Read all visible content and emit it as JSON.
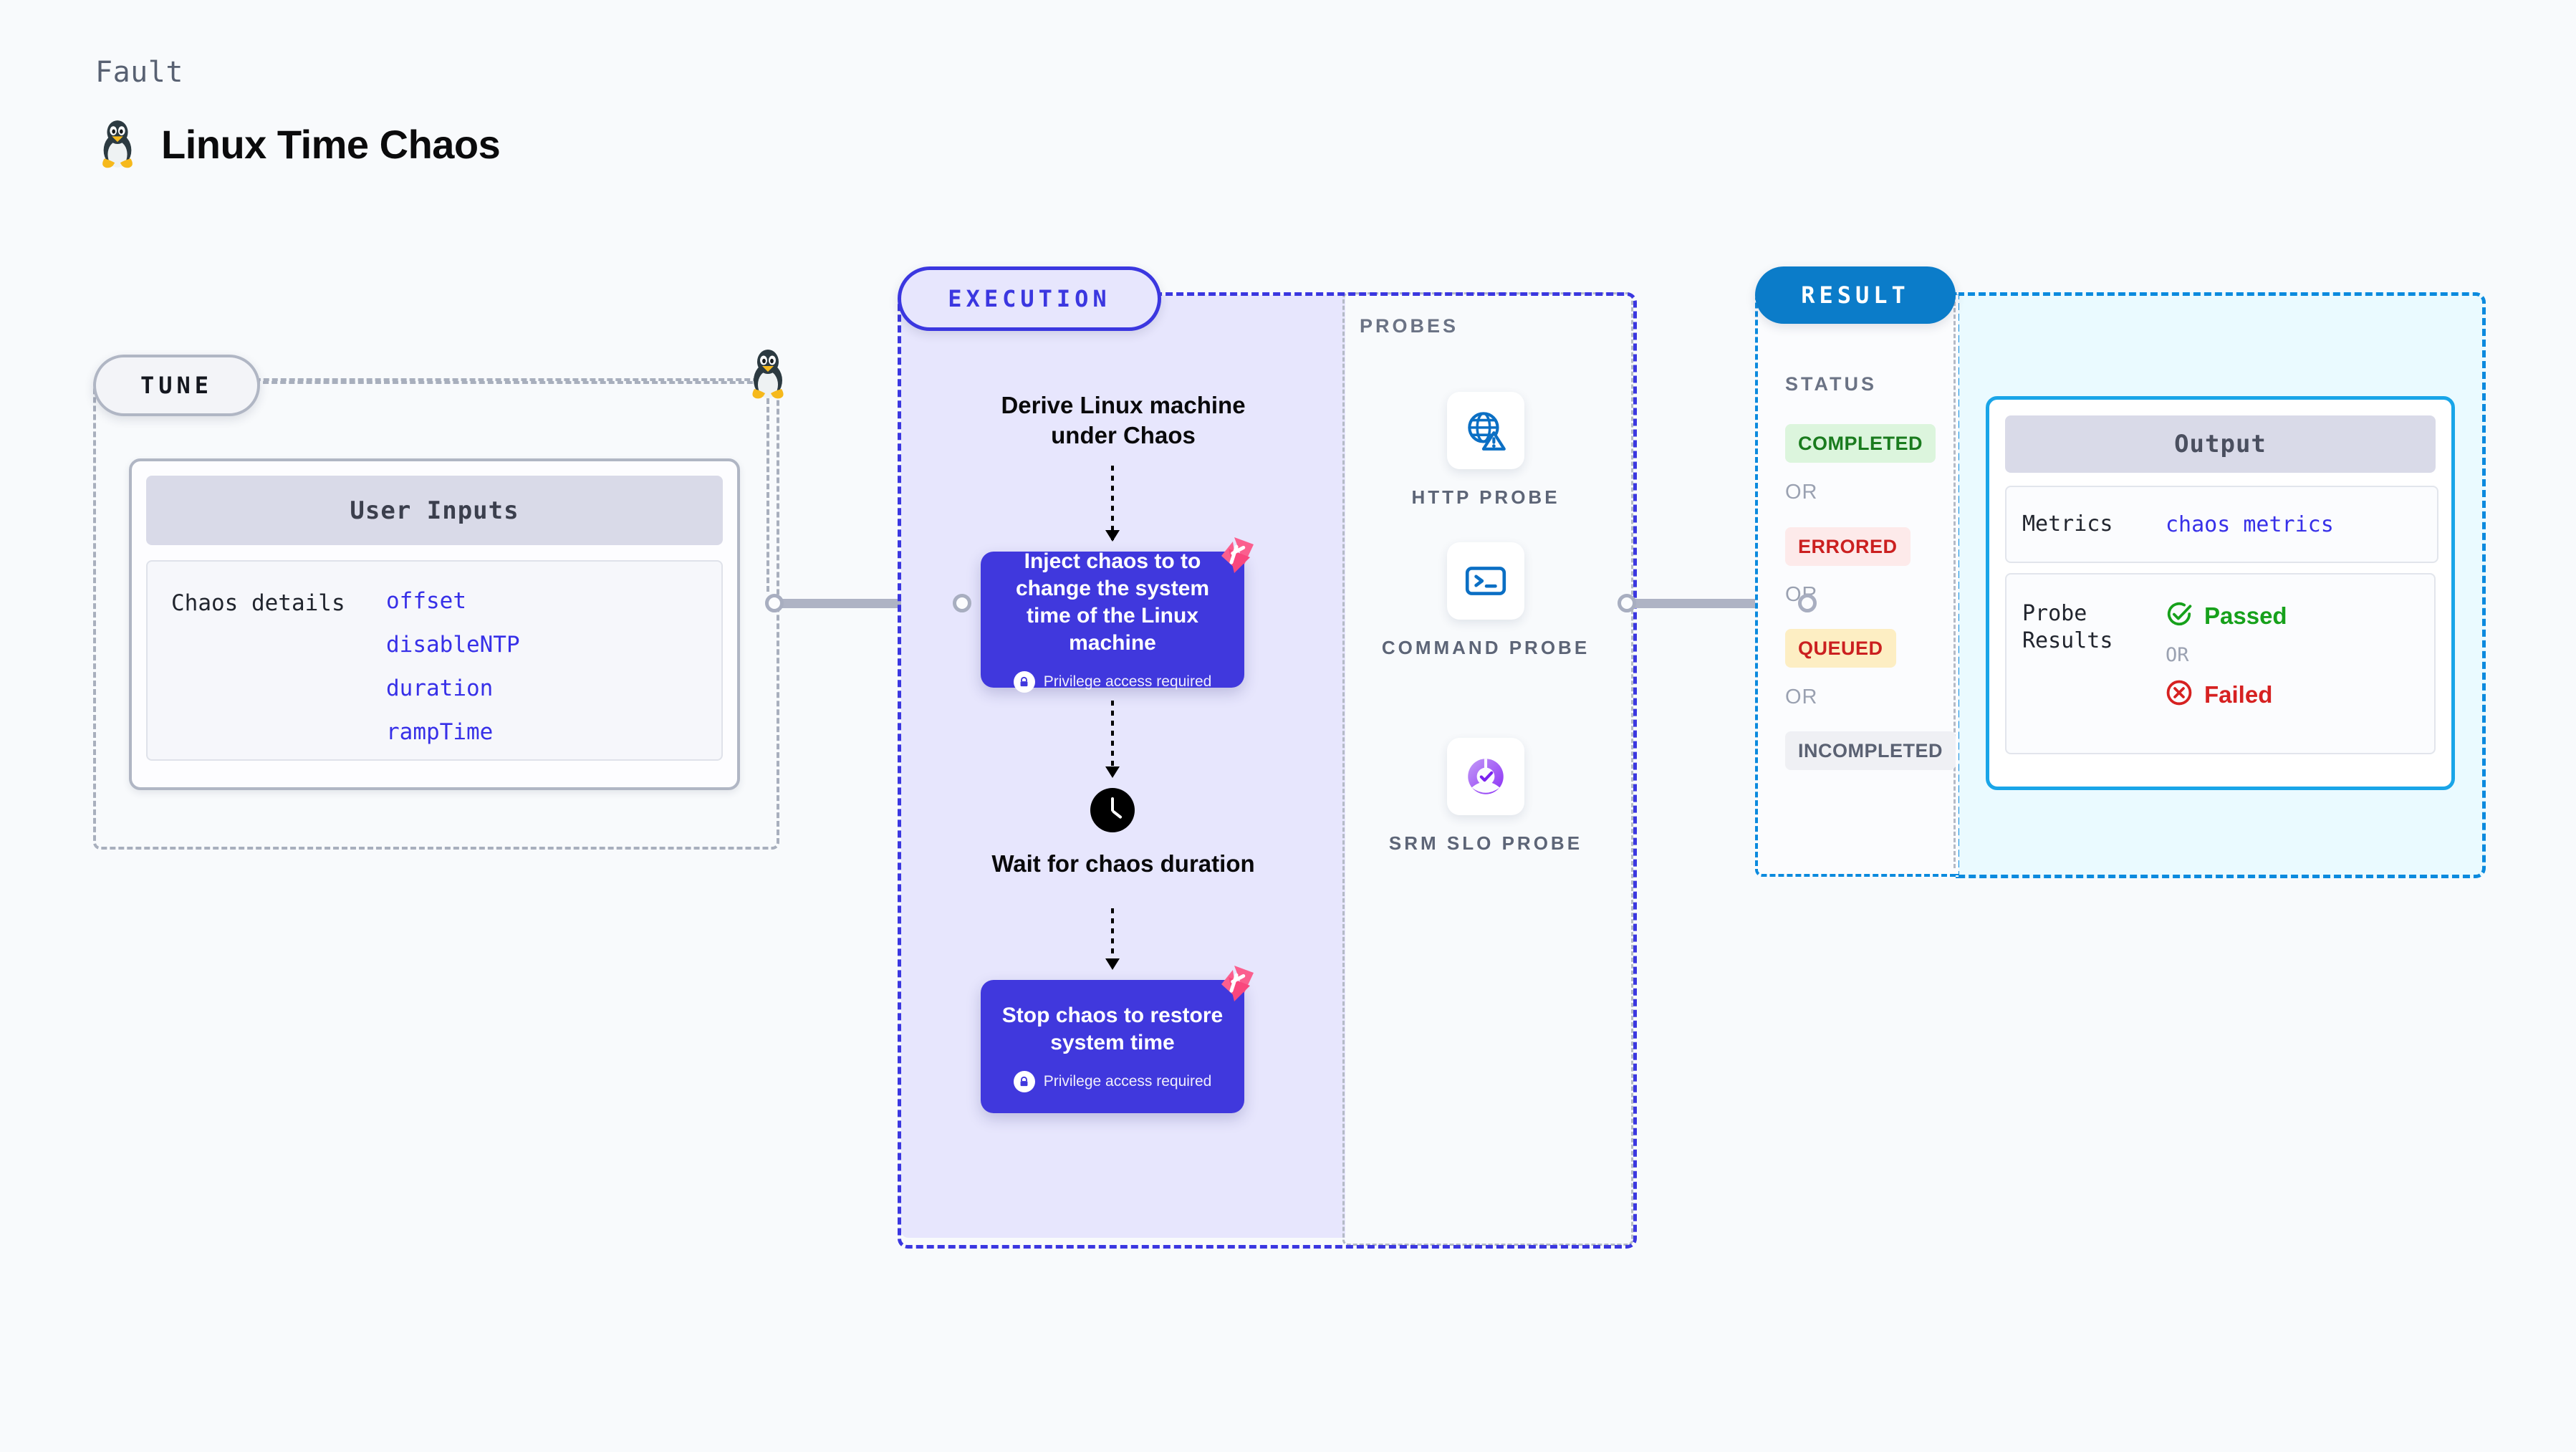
{
  "header": {
    "kicker": "Fault",
    "title": "Linux Time Chaos",
    "icon": "linux-tux-icon"
  },
  "tune": {
    "pill_label": "TUNE",
    "card": {
      "header": "User Inputs",
      "key": "Chaos details",
      "values": [
        "offset",
        "disableNTP",
        "duration",
        "rampTime"
      ]
    }
  },
  "execution": {
    "pill_label": "EXECUTION",
    "steps": [
      {
        "type": "title",
        "text": "Derive Linux machine under Chaos"
      },
      {
        "type": "card",
        "text": "Inject chaos to to change the system time of the Linux machine",
        "note": "Privilege access required",
        "note_icon": "lock-icon",
        "brand_icon": "harness-logo-icon"
      },
      {
        "type": "title",
        "text": "Wait for chaos duration",
        "icon": "clock-icon"
      },
      {
        "type": "card",
        "text": "Stop chaos to restore system time",
        "note": "Privilege access required",
        "note_icon": "lock-icon",
        "brand_icon": "harness-logo-icon"
      }
    ]
  },
  "probes": {
    "label": "PROBES",
    "items": [
      {
        "label": "HTTP PROBE",
        "icon": "globe-warning-icon"
      },
      {
        "label": "COMMAND PROBE",
        "icon": "terminal-prompt-icon"
      },
      {
        "label": "SRM SLO PROBE",
        "icon": "slo-check-donut-icon"
      }
    ]
  },
  "result": {
    "pill_label": "RESULT",
    "status_label": "STATUS",
    "or_label": "OR",
    "statuses": [
      {
        "label": "COMPLETED",
        "bg": "#dcf5dd",
        "fg": "#1a7b1e"
      },
      {
        "label": "ERRORED",
        "bg": "#fdeaea",
        "fg": "#cb2020"
      },
      {
        "label": "QUEUED",
        "bg": "#fdeec3",
        "fg": "#cb2020"
      },
      {
        "label": "INCOMPLETED",
        "bg": "#eff0f4",
        "fg": "#5a6172"
      }
    ],
    "output": {
      "header": "Output",
      "metrics_key": "Metrics",
      "metrics_value": "chaos metrics",
      "probe_results_key": "Probe Results",
      "passed_label": "Passed",
      "failed_label": "Failed",
      "or_label": "OR",
      "passed_icon": "check-circle-icon",
      "failed_icon": "x-circle-icon"
    }
  },
  "colors": {
    "background": "#f8fafc",
    "execution_accent": "#3b37e0",
    "execution_fill": "#e7e6fd",
    "result_accent": "#0b7cc9",
    "result_fill": "#eafaff",
    "chaos_card": "#4038dd",
    "brand_pink": "#fb5f8e",
    "mono_value": "#3730e8"
  }
}
